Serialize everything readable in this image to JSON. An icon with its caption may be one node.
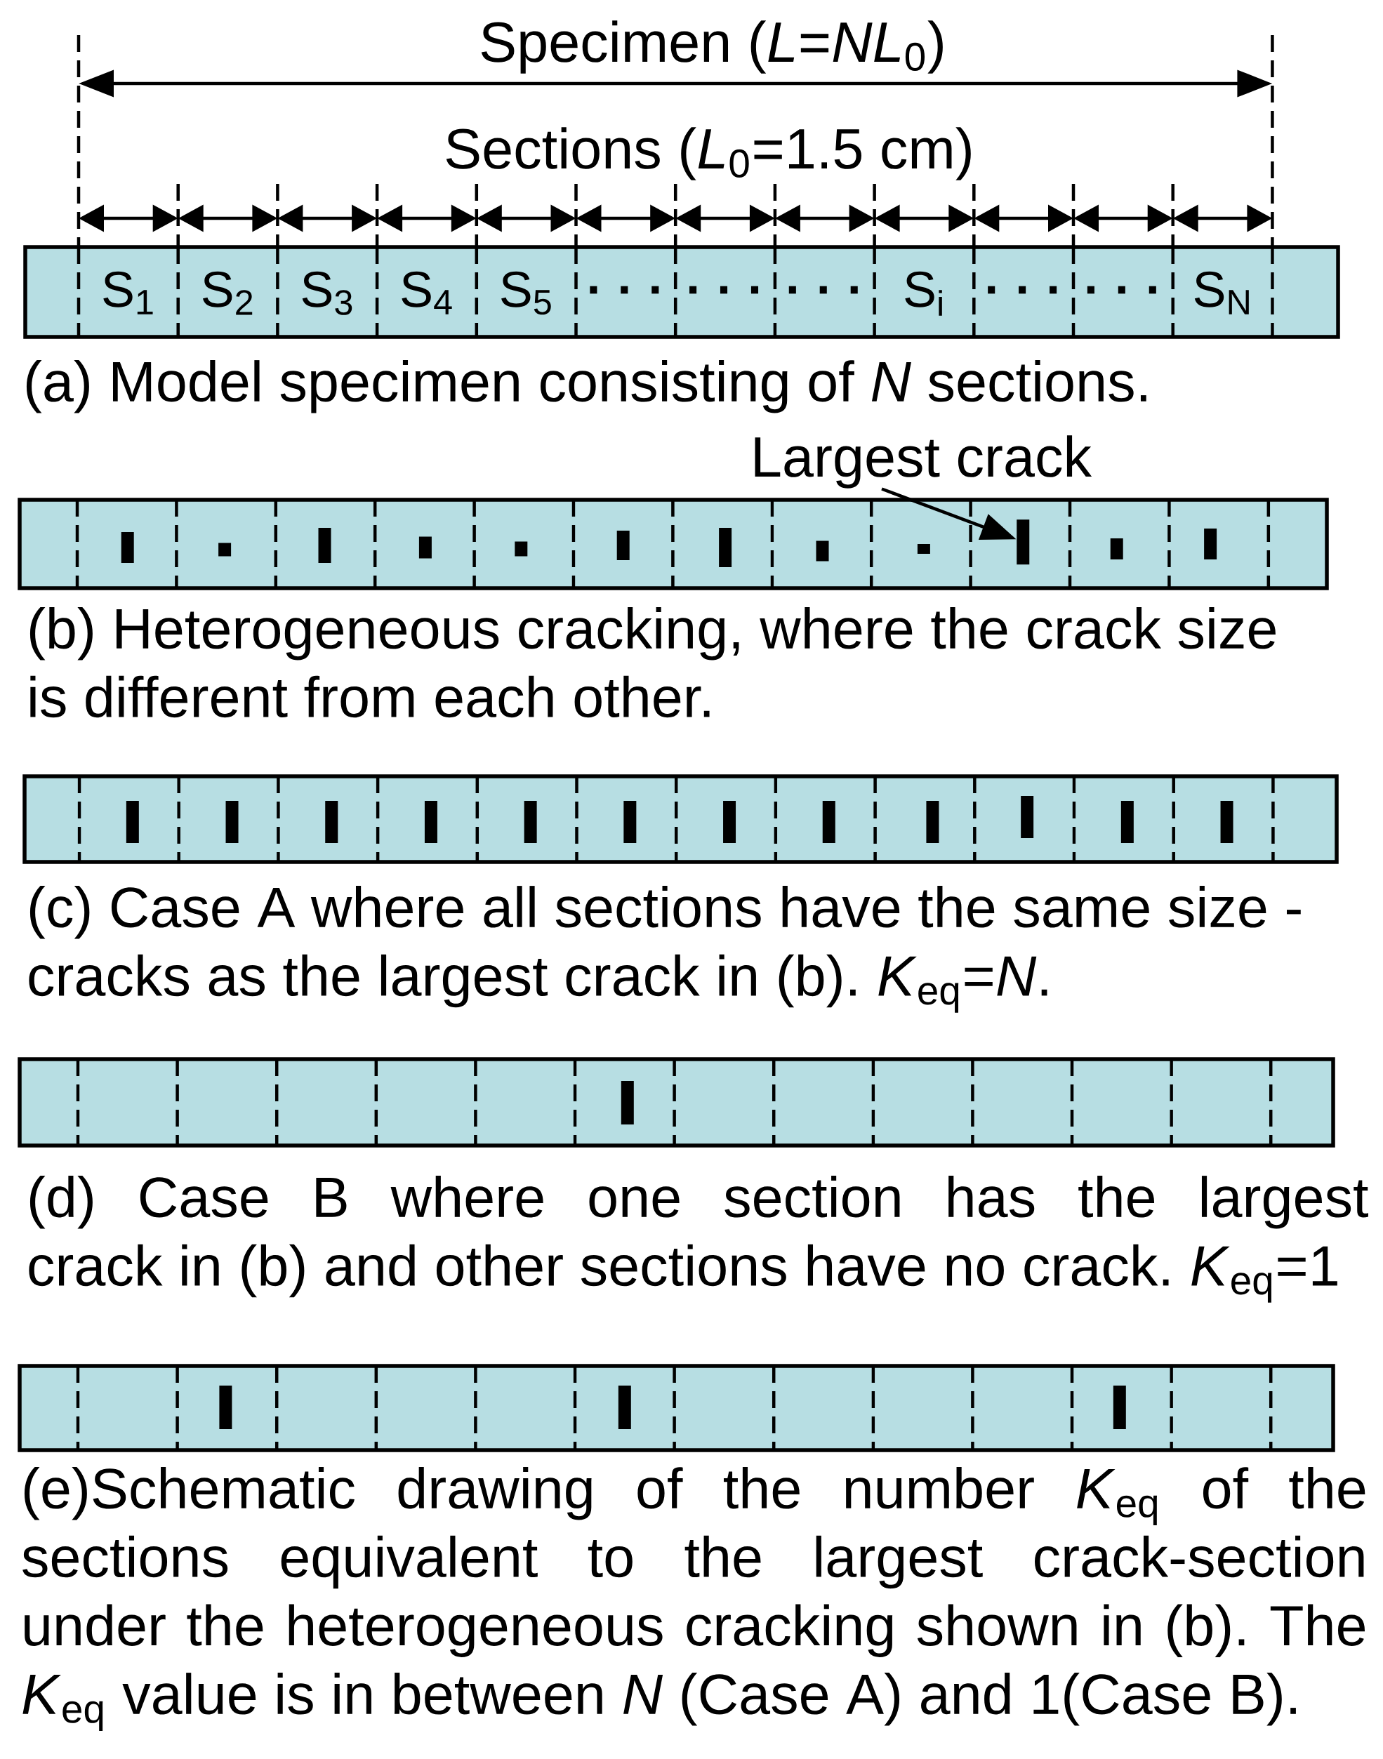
{
  "diagram": {
    "nodes": [
      {
        "text": [
          "S$_{1}$",
          "S$_{2}$",
          "S$_{3}$",
          "S$_{4}$",
          "S$_{5}$",
          "· · ·",
          "· · ·",
          "· · ·",
          "S$_{i}$",
          "· · ·",
          "· · ·",
          "S$_{N}$"
        ],
        "beside": [
          "(a) Model specimen consisting of *N* sections."
        ]
      },
      {
        "text": [
          "Largest crack"
        ]
      },
      {
        "text": [],
        "shape": "box",
        "beside": [
          "(b) Heterogeneous cracking, where the crack size is different from each other."
        ]
      },
      {
        "text": [],
        "shape": "bar",
        "in": 2
      },
      {
        "text": [],
        "shape": "box",
        "beside": [
          "(c) Case A where all sections have the same size - cracks as the largest crack in (b). *K*$_{eq}$=*N*."
        ]
      },
      {
        "text": [],
        "shape": "box",
        "beside": [
          "(d) Case B where one section has the largest crack in (b) and other sections have no crack. *K*$_{eq}$=1"
        ]
      },
      {
        "text": [],
        "shape": "box",
        "beside": [
          "(e)Schematic drawing of the number *K*$_{eq}$ of the sections equivalent to the largest crack-section under the heterogeneous cracking shown in (b). The *K*$_{eq}$ value is in between *N* (Case A) and 1(Case B)."
        ]
      }
    ],
    "edges": [
      {
        "from": 1,
        "to": 3,
        "arrow": "to"
      }
    ],
    "labels": [
      "Specimen (*L*=*NL*$_{0}$)",
      "Sections (*L*$_{0}$=1.5 cm)"
    ]
  }
}
